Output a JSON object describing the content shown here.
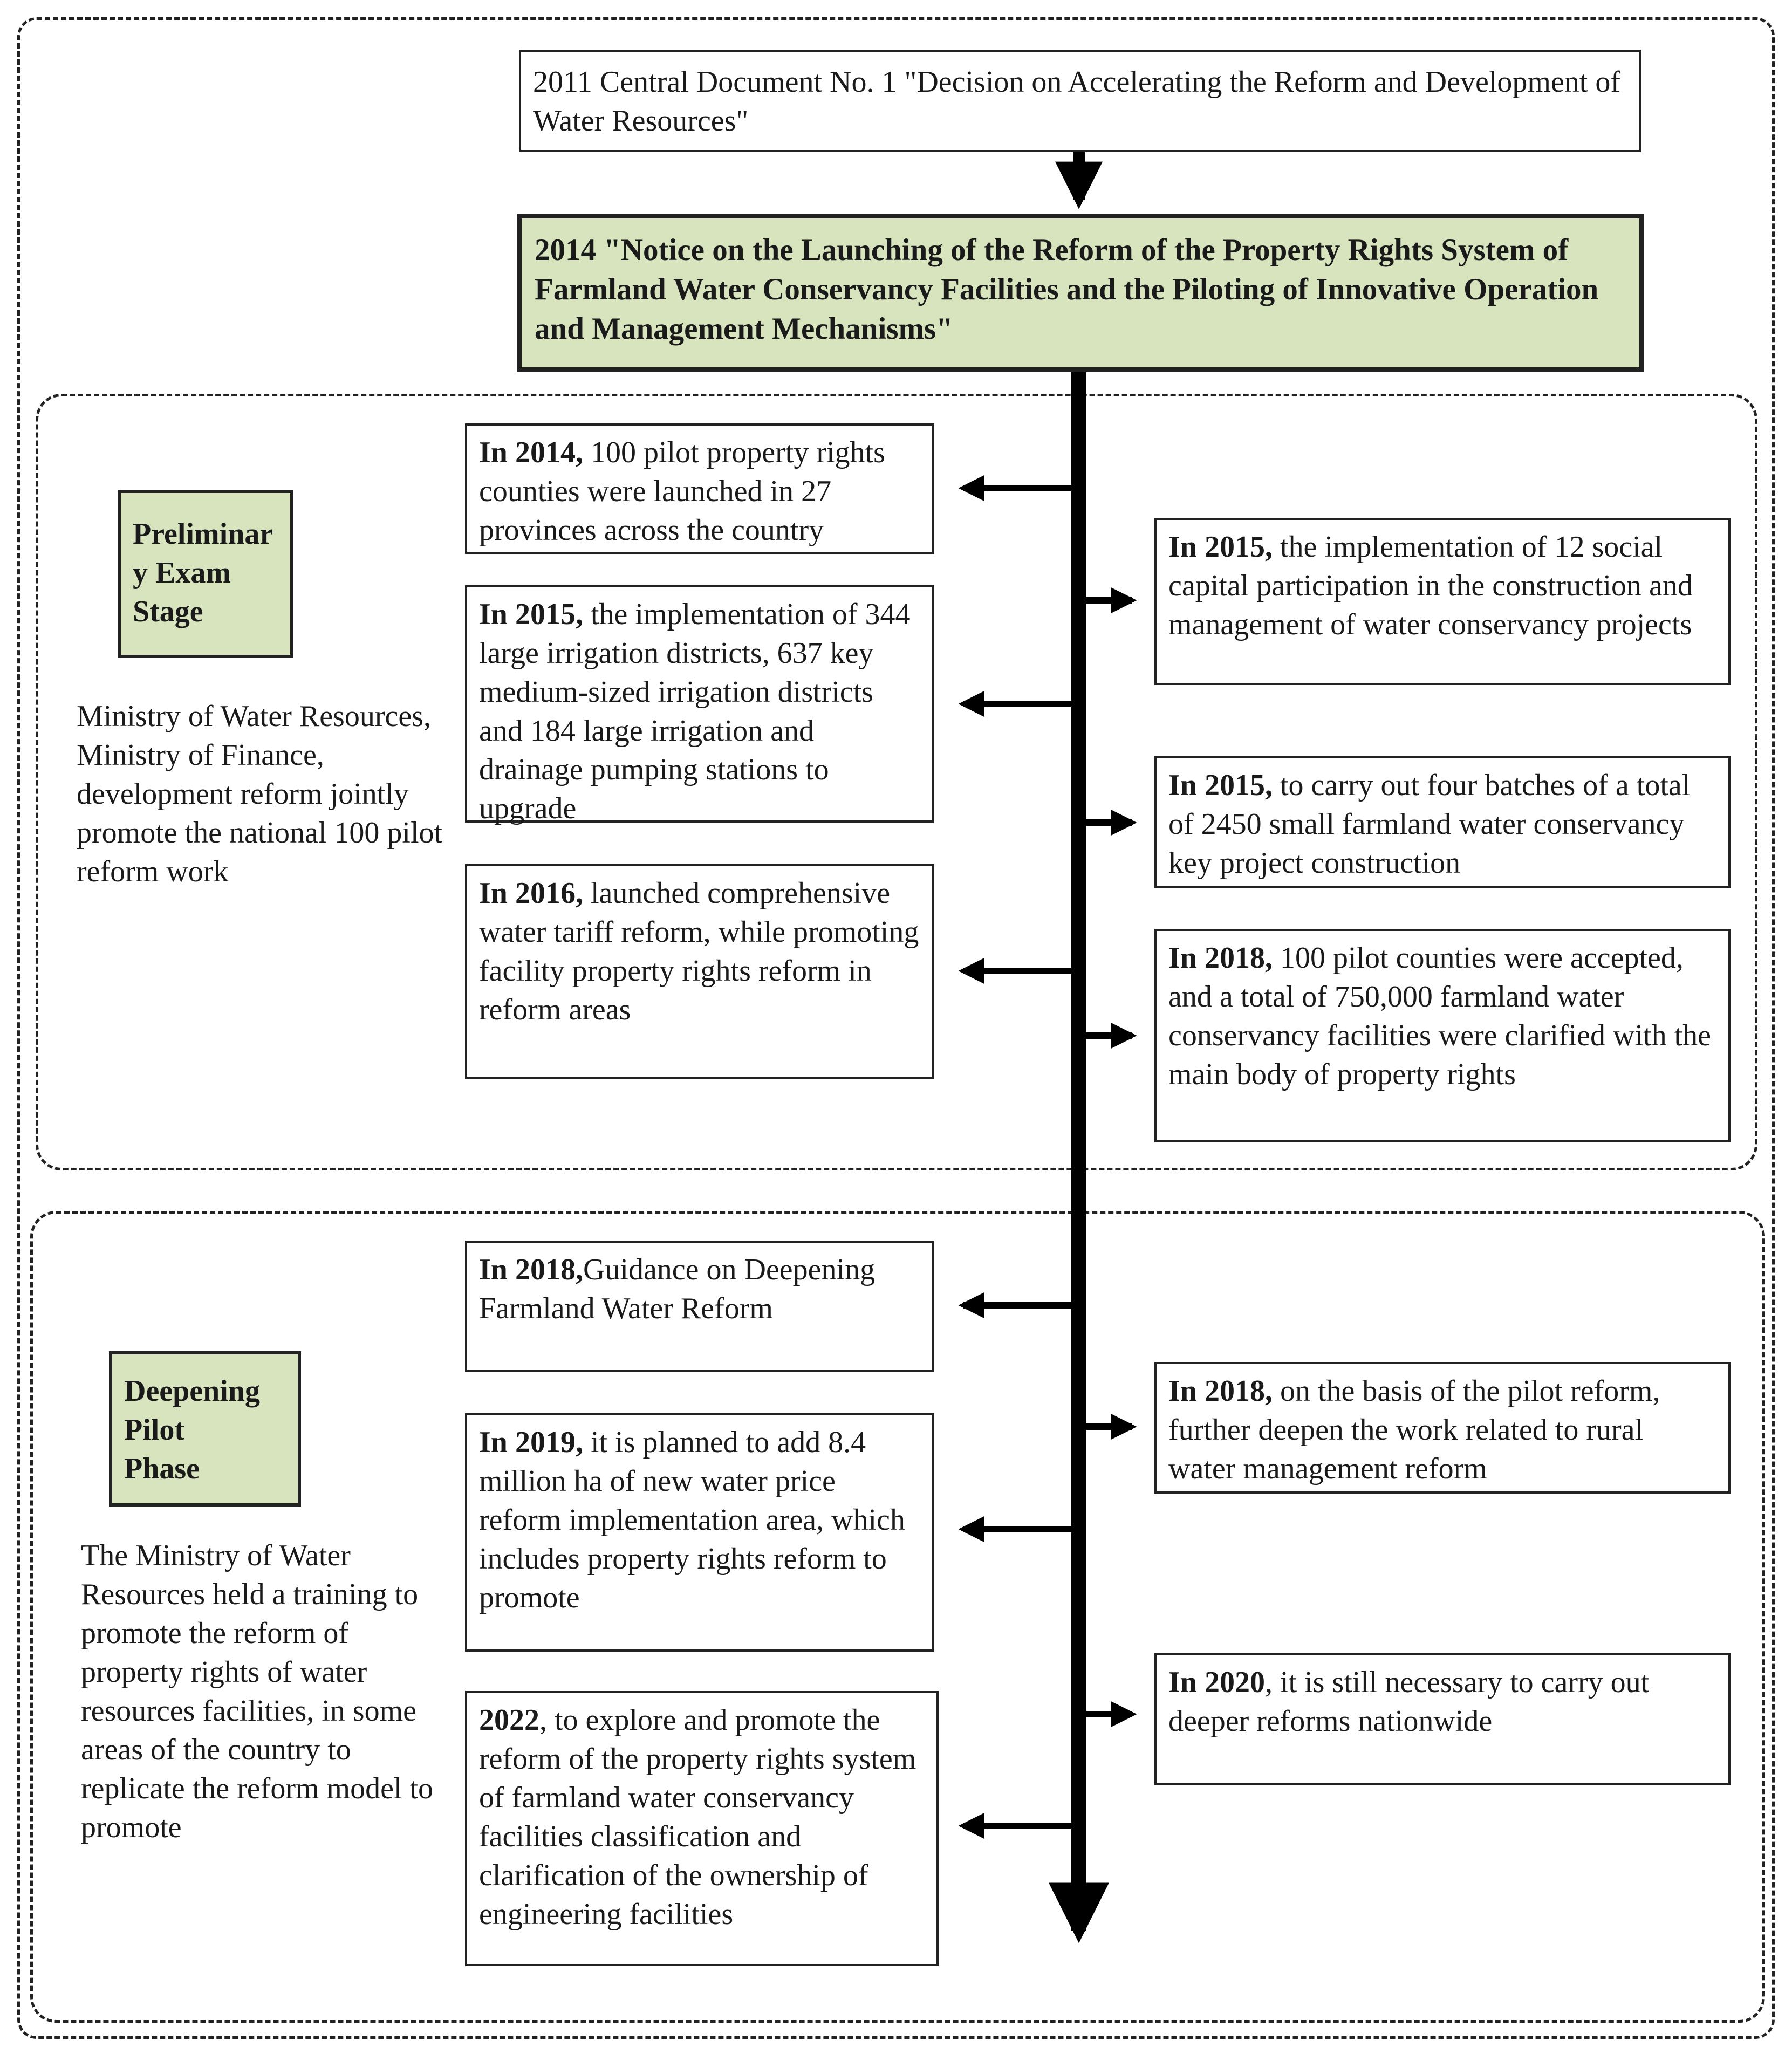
{
  "top_doc": "2011 Central Document No. 1 \"Decision on Accelerating the Reform and Development of Water Resources\"",
  "main_doc": "2014 \"Notice on the Launching of the Reform of the Property Rights System of Farmland Water Conservancy Facilities and the Piloting of Innovative Operation and Management Mechanisms\"",
  "stage1": {
    "label": "Preliminary Exam Stage",
    "label_line1": "Preliminar",
    "label_line2": "y Exam",
    "label_line3": "Stage",
    "description": "Ministry of Water Resources, Ministry of Finance, development reform jointly promote the national 100 pilot reform work",
    "left_events": [
      {
        "year": "In 2014,",
        "text": " 100 pilot property rights counties were launched in 27 provinces across the country"
      },
      {
        "year": "In 2015,",
        "text": " the implementation of 344 large irrigation districts, 637 key medium-sized irrigation districts and 184 large irrigation and drainage pumping stations to upgrade"
      },
      {
        "year": "In 2016,",
        "text": " launched comprehensive water tariff reform, while promoting facility property rights reform in reform areas"
      }
    ],
    "right_events": [
      {
        "year": "In 2015,",
        "text": " the implementation of 12 social capital participation in the construction and management of water conservancy projects"
      },
      {
        "year": "In 2015,",
        "text": " to carry out four batches of a total of 2450 small farmland water conservancy key project construction"
      },
      {
        "year": "In 2018,",
        "text": " 100 pilot counties were accepted, and a total of 750,000 farmland water conservancy facilities were clarified with the main body of property rights"
      }
    ]
  },
  "stage2": {
    "label": "Deepening Pilot Phase",
    "label_line1": "Deepening",
    "label_line2": "Pilot",
    "label_line3": "Phase",
    "description": "The Ministry of Water Resources held a training to promote the reform of property rights of water resources facilities, in some areas of the country to replicate the reform model to promote",
    "left_events": [
      {
        "year": "In 2018,",
        "text": "Guidance on Deepening Farmland Water Reform"
      },
      {
        "year": "In 2019,",
        "text": " it is planned to add 8.4 million ha of new water price reform implementation area, which includes property rights reform to promote"
      },
      {
        "year": "2022",
        "text": ", to explore and promote the reform of the property rights system of farmland water conservancy facilities classification and clarification of the ownership of engineering facilities"
      }
    ],
    "right_events": [
      {
        "year": "In 2018,",
        "text": " on the basis of the pilot reform, further deepen the work related to rural water management reform"
      },
      {
        "year": "In 2020",
        "text": ", it is still necessary to carry out deeper reforms nationwide"
      }
    ]
  },
  "colors": {
    "stage_fill": "#d7e4bd",
    "line": "#000000"
  }
}
